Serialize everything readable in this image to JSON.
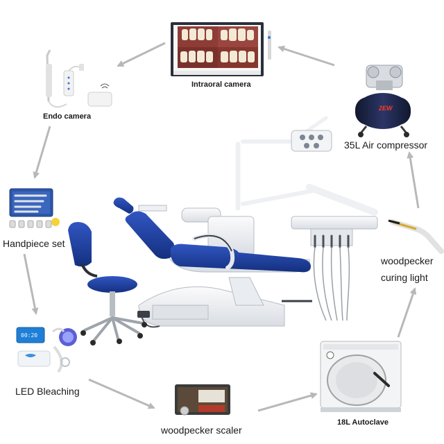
{
  "labels": {
    "intraoral_camera": "Intraoral camera",
    "endo_camera": "Endo camera",
    "air_compressor": "35L Air compressor",
    "handpiece_set": "Handpiece set",
    "curing_light_line1": "woodpecker",
    "curing_light_line2": "curing light",
    "led_bleaching": "LED Bleaching",
    "woodpecker_scaler": "woodpecker scaler",
    "autoclave": "18L Autoclave"
  },
  "product_marks": {
    "compressor_badge": "2EW",
    "bleach_display": "00:20"
  },
  "colors": {
    "upholstery_blue": "#1d3f9c",
    "frame_white": "#eceef1",
    "arrow_gray": "#b8b8b8",
    "compressor_navy": "#1c2340"
  }
}
